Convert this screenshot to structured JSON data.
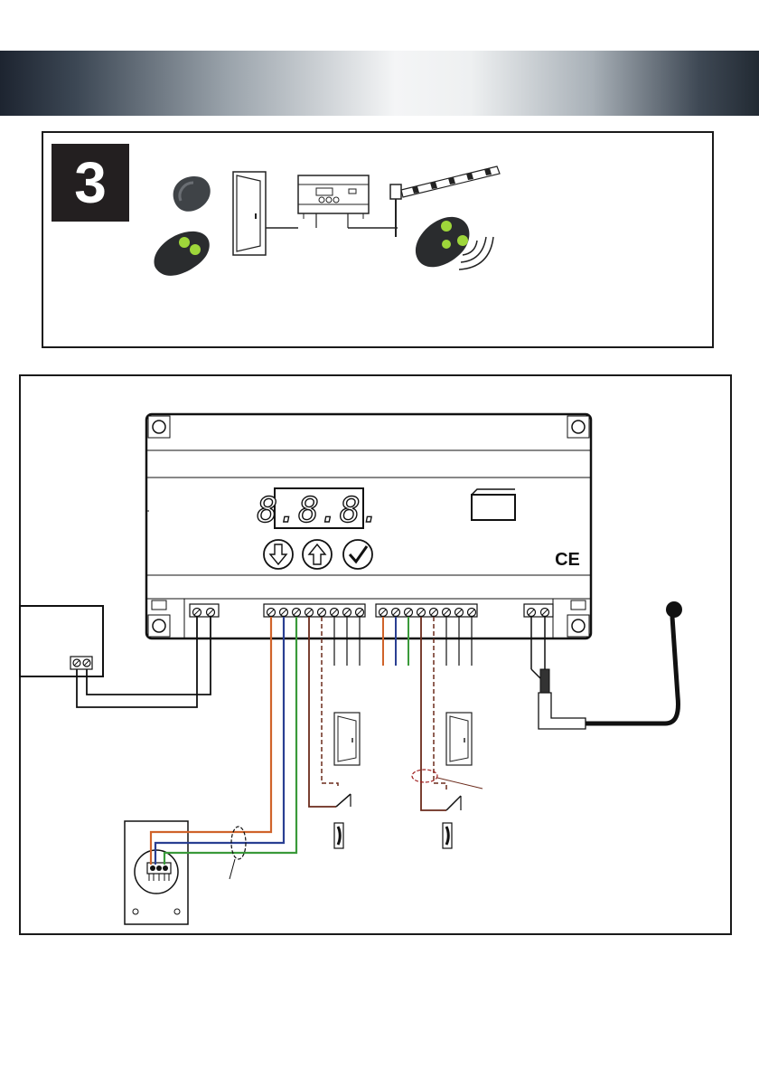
{
  "step_number": "3",
  "display": {
    "readout": "8.8.8."
  },
  "certification_mark": "CE",
  "controls": {
    "down_icon": "arrow-down-icon",
    "up_icon": "arrow-up-icon",
    "confirm_icon": "check-icon"
  },
  "wire_colors": {
    "orange": "#d0632a",
    "blue": "#2a3f92",
    "green": "#3a9a3a",
    "brown": "#6b2b1c",
    "black": "#1a1a1a"
  }
}
